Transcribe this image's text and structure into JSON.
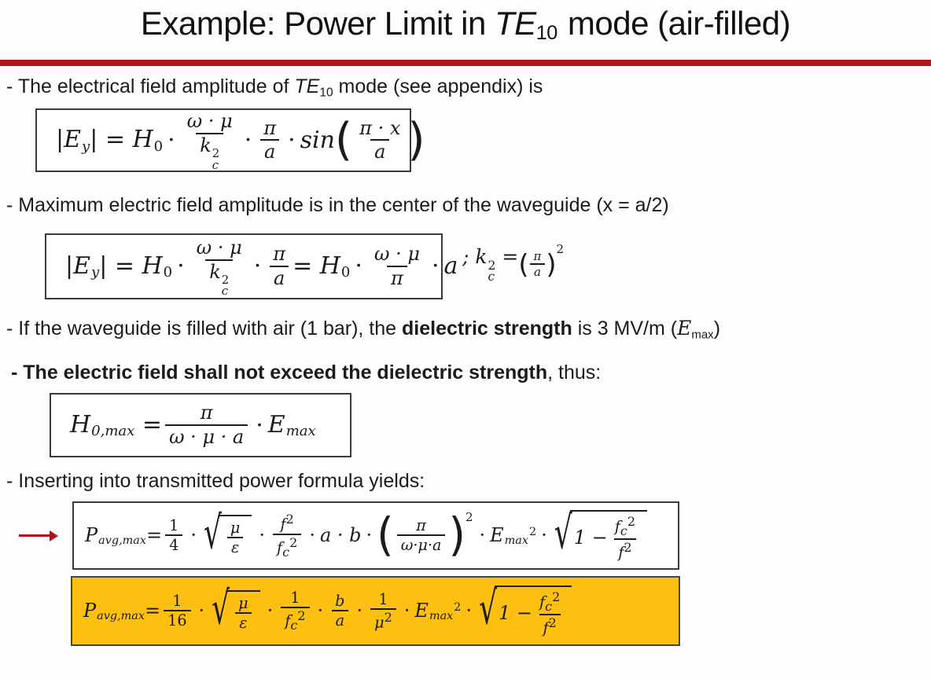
{
  "title": {
    "pre": "Example: Power Limit in ",
    "te": "TE",
    "te_sub": "10",
    "post": " mode (air-filled)"
  },
  "bullets": {
    "b1_pre": "- The electrical field amplitude of ",
    "b1_te": "TE",
    "b1_te_sub": "10",
    "b1_post": " mode (see appendix) is",
    "b2": "- Maximum electric field amplitude is in the center of the waveguide (x = a/2)",
    "b3_pre": "- If the waveguide is filled with air (1 bar), the ",
    "b3_bold": "dielectric strength",
    "b3_mid": " is 3 MV/m (",
    "b3_E": "E",
    "b3_E_sub": "max",
    "b3_post": ")",
    "b4_bold": "- The electric field shall not exceed the dielectric strength",
    "b4_rest": ", thus:",
    "b5": "- Inserting into transmitted power formula yields:"
  },
  "sym": {
    "dot": "·",
    "sqrt": "√",
    "lp": "(",
    "rp": ")"
  },
  "f1": {
    "E1": "|E",
    "y": "y",
    "E2": "| = H",
    "zero": "0",
    "wmu": "ω · μ",
    "k": "k",
    "two": "2",
    "c": "c",
    "pi": "π",
    "a": "a",
    "sin": "sin",
    "pix": "π · x"
  },
  "f2": {
    "E1": "|E",
    "y": "y",
    "E2": "| = H",
    "zero": "0",
    "wmu": "ω · μ",
    "k": "k",
    "two": "2",
    "c": "c",
    "pi": "π",
    "a": "a",
    "eqH": "= H"
  },
  "f2n": {
    "pre": "; k",
    "two": "2",
    "c": "c",
    "eq": " = ",
    "pi": "π",
    "a": "a"
  },
  "f3": {
    "H": "H",
    "Hsub": "0,max",
    "eq": " =",
    "pi": "π",
    "den": "ω · μ · a",
    "E": "E",
    "Emax": "max"
  },
  "f4": {
    "P": "P",
    "Psub": "avg,max",
    "eq": "=",
    "one": "1",
    "four": "4",
    "mu": "μ",
    "eps": "ε",
    "f": "f",
    "two": "2",
    "c": "c",
    "ab": "a · b",
    "pi": "π",
    "pden": "ω·μ·a",
    "E": "E",
    "Emax": "max",
    "oneminus": "1 −"
  },
  "f5": {
    "P": "P",
    "Psub": "avg,max",
    "eq": "=",
    "one": "1",
    "sixteen": "16",
    "mu": "μ",
    "eps": "ε",
    "f": "f",
    "two": "2",
    "c": "c",
    "b": "b",
    "a": "a",
    "E": "E",
    "Emax": "max",
    "oneminus": "1 −"
  },
  "icons": {
    "red_arrow": "right-arrow"
  },
  "colors": {
    "accent_red": "#b31317",
    "highlight_yellow": "#fdc011",
    "text": "#1b1b1c"
  }
}
